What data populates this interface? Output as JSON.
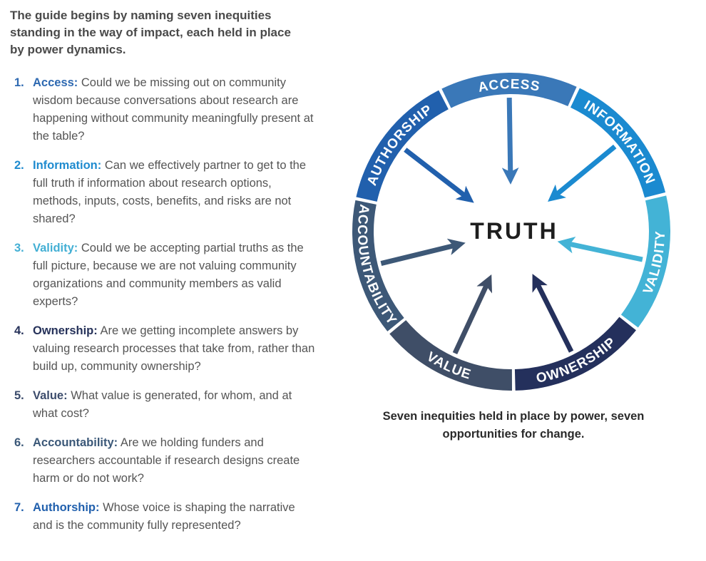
{
  "intro": "The guide begins by naming seven inequities standing in the way of impact, each held in place by power dynamics.",
  "items": [
    {
      "number": "1.",
      "term": "Access:",
      "text": "Could we be missing out on community wisdom because conversations about research are happening without community meaningfully present at the table?"
    },
    {
      "number": "2.",
      "term": "Information:",
      "text": "Can we effectively partner to get to the full truth if information about research options, methods, inputs, costs, benefits, and risks are not shared?"
    },
    {
      "number": "3.",
      "term": "Validity:",
      "text": "Could we be accepting partial truths as the full picture, because we are not valuing community organizations and community members as valid experts?"
    },
    {
      "number": "4.",
      "term": "Ownership:",
      "text": "Are we getting incomplete answers by valuing research processes that take from, rather than build up, community ownership?"
    },
    {
      "number": "5.",
      "term": "Value:",
      "text": "What value is generated, for whom, and at what cost?"
    },
    {
      "number": "6.",
      "term": "Accountability:",
      "text": "Are we holding funders and researchers accountable if research designs create harm or do not work?"
    },
    {
      "number": "7.",
      "term": "Authorship:",
      "text": "Whose voice is shaping the narrative and is the community fully represented?"
    }
  ],
  "diagram": {
    "center_label": "TRUTH",
    "segments": [
      {
        "label": "ACCESS",
        "color": "#3a78b8"
      },
      {
        "label": "INFORMATION",
        "color": "#1b8ad0"
      },
      {
        "label": "VALIDITY",
        "color": "#43b3d6"
      },
      {
        "label": "OWNERSHIP",
        "color": "#24305c"
      },
      {
        "label": "VALUE",
        "color": "#3f4e67"
      },
      {
        "label": "ACCOUNTABILITY",
        "color": "#3d5877"
      },
      {
        "label": "AUTHORSHIP",
        "color": "#2160ad"
      }
    ]
  },
  "caption": "Seven inequities held in place by power, seven opportunities for change."
}
